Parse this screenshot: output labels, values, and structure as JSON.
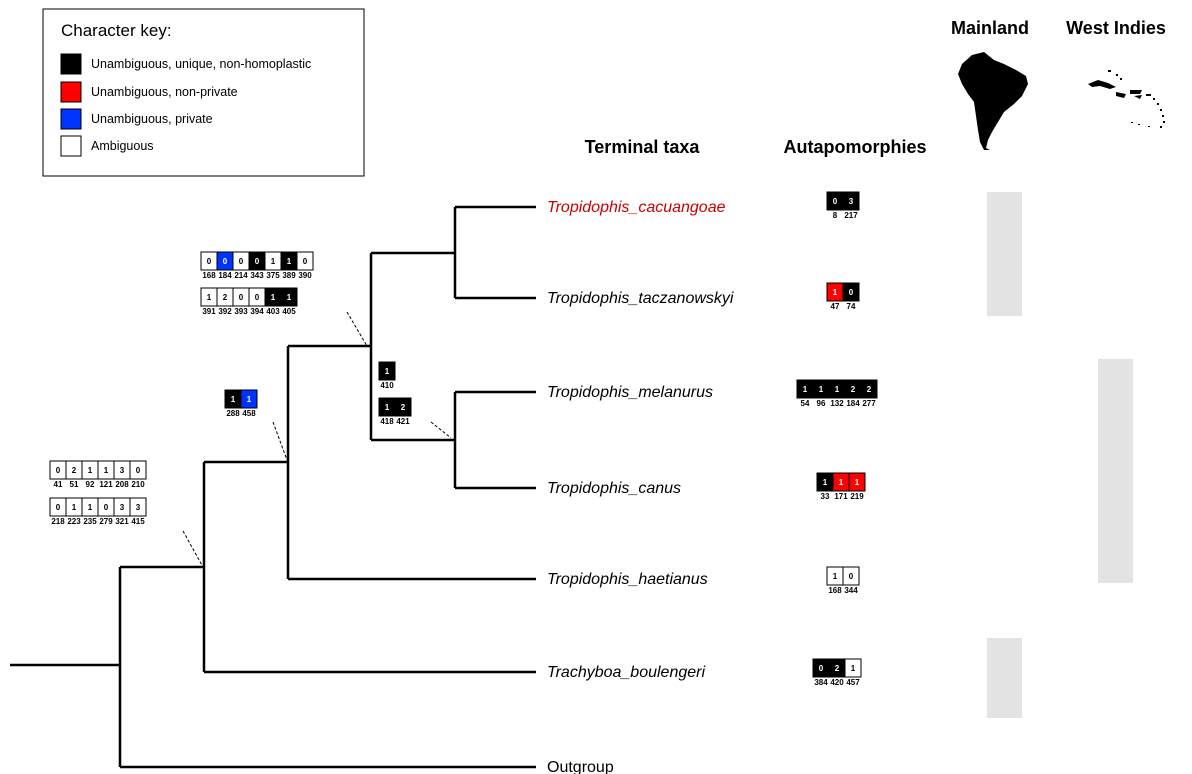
{
  "legend": {
    "title": "Character key:",
    "items": [
      {
        "label": "Unambiguous, unique, non-homoplastic",
        "color": "#000000"
      },
      {
        "label": "Unambiguous, non-private",
        "color": "#ff0000"
      },
      {
        "label": "Unambiguous, private",
        "color": "#0033ff"
      },
      {
        "label": "Ambiguous",
        "color": "#ffffff"
      }
    ]
  },
  "headers": {
    "terminal_taxa": "Terminal taxa",
    "autapomorphies": "Autapomorphies",
    "mainland": "Mainland",
    "west_indies": "West Indies"
  },
  "maps": {
    "mainland_icon": "south-america-map-icon",
    "west_indies_icon": "caribbean-islands-map-icon"
  },
  "colors": {
    "black": "#000000",
    "red": "#ff0000",
    "blue": "#0033ff",
    "white": "#ffffff",
    "highlight_taxon": "#cc0000",
    "distribution_bar": "#e3e3e3"
  },
  "taxa": [
    {
      "name": "Tropidophis_cacuangoae",
      "highlighted": true,
      "autapomorphies": [
        {
          "state": "0",
          "char": "8",
          "type": "black"
        },
        {
          "state": "3",
          "char": "217",
          "type": "black"
        }
      ]
    },
    {
      "name": "Tropidophis_taczanowskyi",
      "highlighted": false,
      "autapomorphies": [
        {
          "state": "1",
          "char": "47",
          "type": "red"
        },
        {
          "state": "0",
          "char": "74",
          "type": "black"
        }
      ]
    },
    {
      "name": "Tropidophis_melanurus",
      "highlighted": false,
      "autapomorphies": [
        {
          "state": "1",
          "char": "54",
          "type": "black"
        },
        {
          "state": "1",
          "char": "96",
          "type": "black"
        },
        {
          "state": "1",
          "char": "132",
          "type": "black"
        },
        {
          "state": "2",
          "char": "184",
          "type": "black"
        },
        {
          "state": "2",
          "char": "277",
          "type": "black"
        }
      ]
    },
    {
      "name": "Tropidophis_canus",
      "highlighted": false,
      "autapomorphies": [
        {
          "state": "1",
          "char": "33",
          "type": "black"
        },
        {
          "state": "1",
          "char": "171",
          "type": "red"
        },
        {
          "state": "1",
          "char": "219",
          "type": "red"
        }
      ]
    },
    {
      "name": "Tropidophis_haetianus",
      "highlighted": false,
      "autapomorphies": [
        {
          "state": "1",
          "char": "168",
          "type": "white"
        },
        {
          "state": "0",
          "char": "344",
          "type": "white"
        }
      ]
    },
    {
      "name": "Trachyboa_boulengeri",
      "highlighted": false,
      "autapomorphies": [
        {
          "state": "0",
          "char": "384",
          "type": "black"
        },
        {
          "state": "2",
          "char": "420",
          "type": "black"
        },
        {
          "state": "1",
          "char": "457",
          "type": "white"
        }
      ]
    },
    {
      "name": "Outgroup",
      "highlighted": false,
      "autapomorphies": []
    }
  ],
  "node_characters": [
    {
      "id": "node-tropidophis-trachyboa",
      "rows": [
        [
          {
            "state": "0",
            "char": "41",
            "type": "white"
          },
          {
            "state": "2",
            "char": "51",
            "type": "white"
          },
          {
            "state": "1",
            "char": "92",
            "type": "white"
          },
          {
            "state": "1",
            "char": "121",
            "type": "white"
          },
          {
            "state": "3",
            "char": "208",
            "type": "white"
          },
          {
            "state": "0",
            "char": "210",
            "type": "white"
          }
        ],
        [
          {
            "state": "0",
            "char": "218",
            "type": "white"
          },
          {
            "state": "1",
            "char": "223",
            "type": "white"
          },
          {
            "state": "1",
            "char": "235",
            "type": "white"
          },
          {
            "state": "0",
            "char": "279",
            "type": "white"
          },
          {
            "state": "3",
            "char": "321",
            "type": "white"
          },
          {
            "state": "3",
            "char": "415",
            "type": "white"
          }
        ]
      ]
    },
    {
      "id": "node-tropidophis",
      "rows": [
        [
          {
            "state": "1",
            "char": "288",
            "type": "black"
          },
          {
            "state": "1",
            "char": "458",
            "type": "blue"
          }
        ]
      ]
    },
    {
      "id": "node-core-tropidophis",
      "rows": [
        [
          {
            "state": "0",
            "char": "168",
            "type": "white"
          },
          {
            "state": "0",
            "char": "184",
            "type": "blue"
          },
          {
            "state": "0",
            "char": "214",
            "type": "white"
          },
          {
            "state": "0",
            "char": "343",
            "type": "black"
          },
          {
            "state": "1",
            "char": "375",
            "type": "white"
          },
          {
            "state": "1",
            "char": "389",
            "type": "black"
          },
          {
            "state": "0",
            "char": "390",
            "type": "white"
          }
        ],
        [
          {
            "state": "1",
            "char": "391",
            "type": "white"
          },
          {
            "state": "2",
            "char": "392",
            "type": "white"
          },
          {
            "state": "0",
            "char": "393",
            "type": "white"
          },
          {
            "state": "0",
            "char": "394",
            "type": "white"
          },
          {
            "state": "1",
            "char": "403",
            "type": "black"
          },
          {
            "state": "1",
            "char": "405",
            "type": "black"
          }
        ]
      ]
    },
    {
      "id": "node-melanurus-canus",
      "rows": [
        [
          {
            "state": "1",
            "char": "410",
            "type": "black"
          }
        ],
        [
          {
            "state": "1",
            "char": "418",
            "type": "black"
          },
          {
            "state": "2",
            "char": "421",
            "type": "black"
          }
        ]
      ]
    }
  ]
}
